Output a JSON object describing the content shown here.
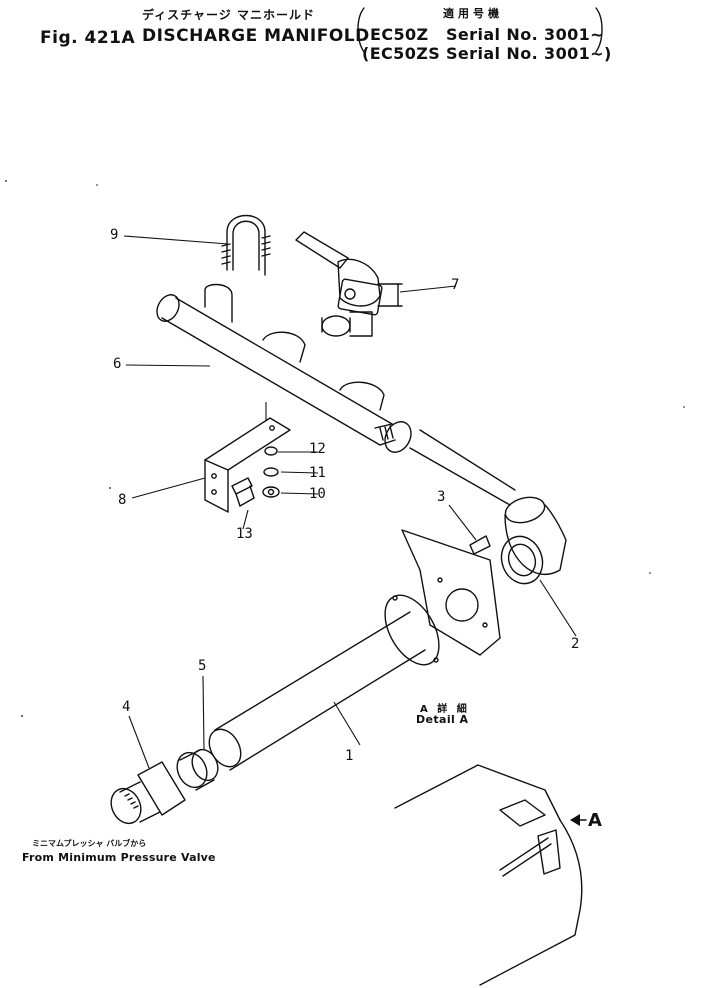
{
  "header": {
    "fig_label": "Fig. 421A",
    "title_jp": "ディスチャージ マニホールド",
    "title_en": "DISCHARGE MANIFOLD",
    "applicability_jp": "適用号機",
    "applications": [
      {
        "model": "EC50Z",
        "serial": "Serial No. 3001~"
      },
      {
        "model": "(EC50ZS",
        "serial": "Serial No. 3001~)"
      }
    ]
  },
  "callouts": [
    "1",
    "2",
    "3",
    "4",
    "5",
    "6",
    "7",
    "8",
    "9",
    "10",
    "11",
    "12",
    "13"
  ],
  "detail_label": {
    "jp": "A 詳 細",
    "en": "Detail A"
  },
  "from_note": {
    "jp": "ミニマムプレッシャ バルブから",
    "en": "From Minimum Pressure Valve"
  },
  "view_marker": "A"
}
